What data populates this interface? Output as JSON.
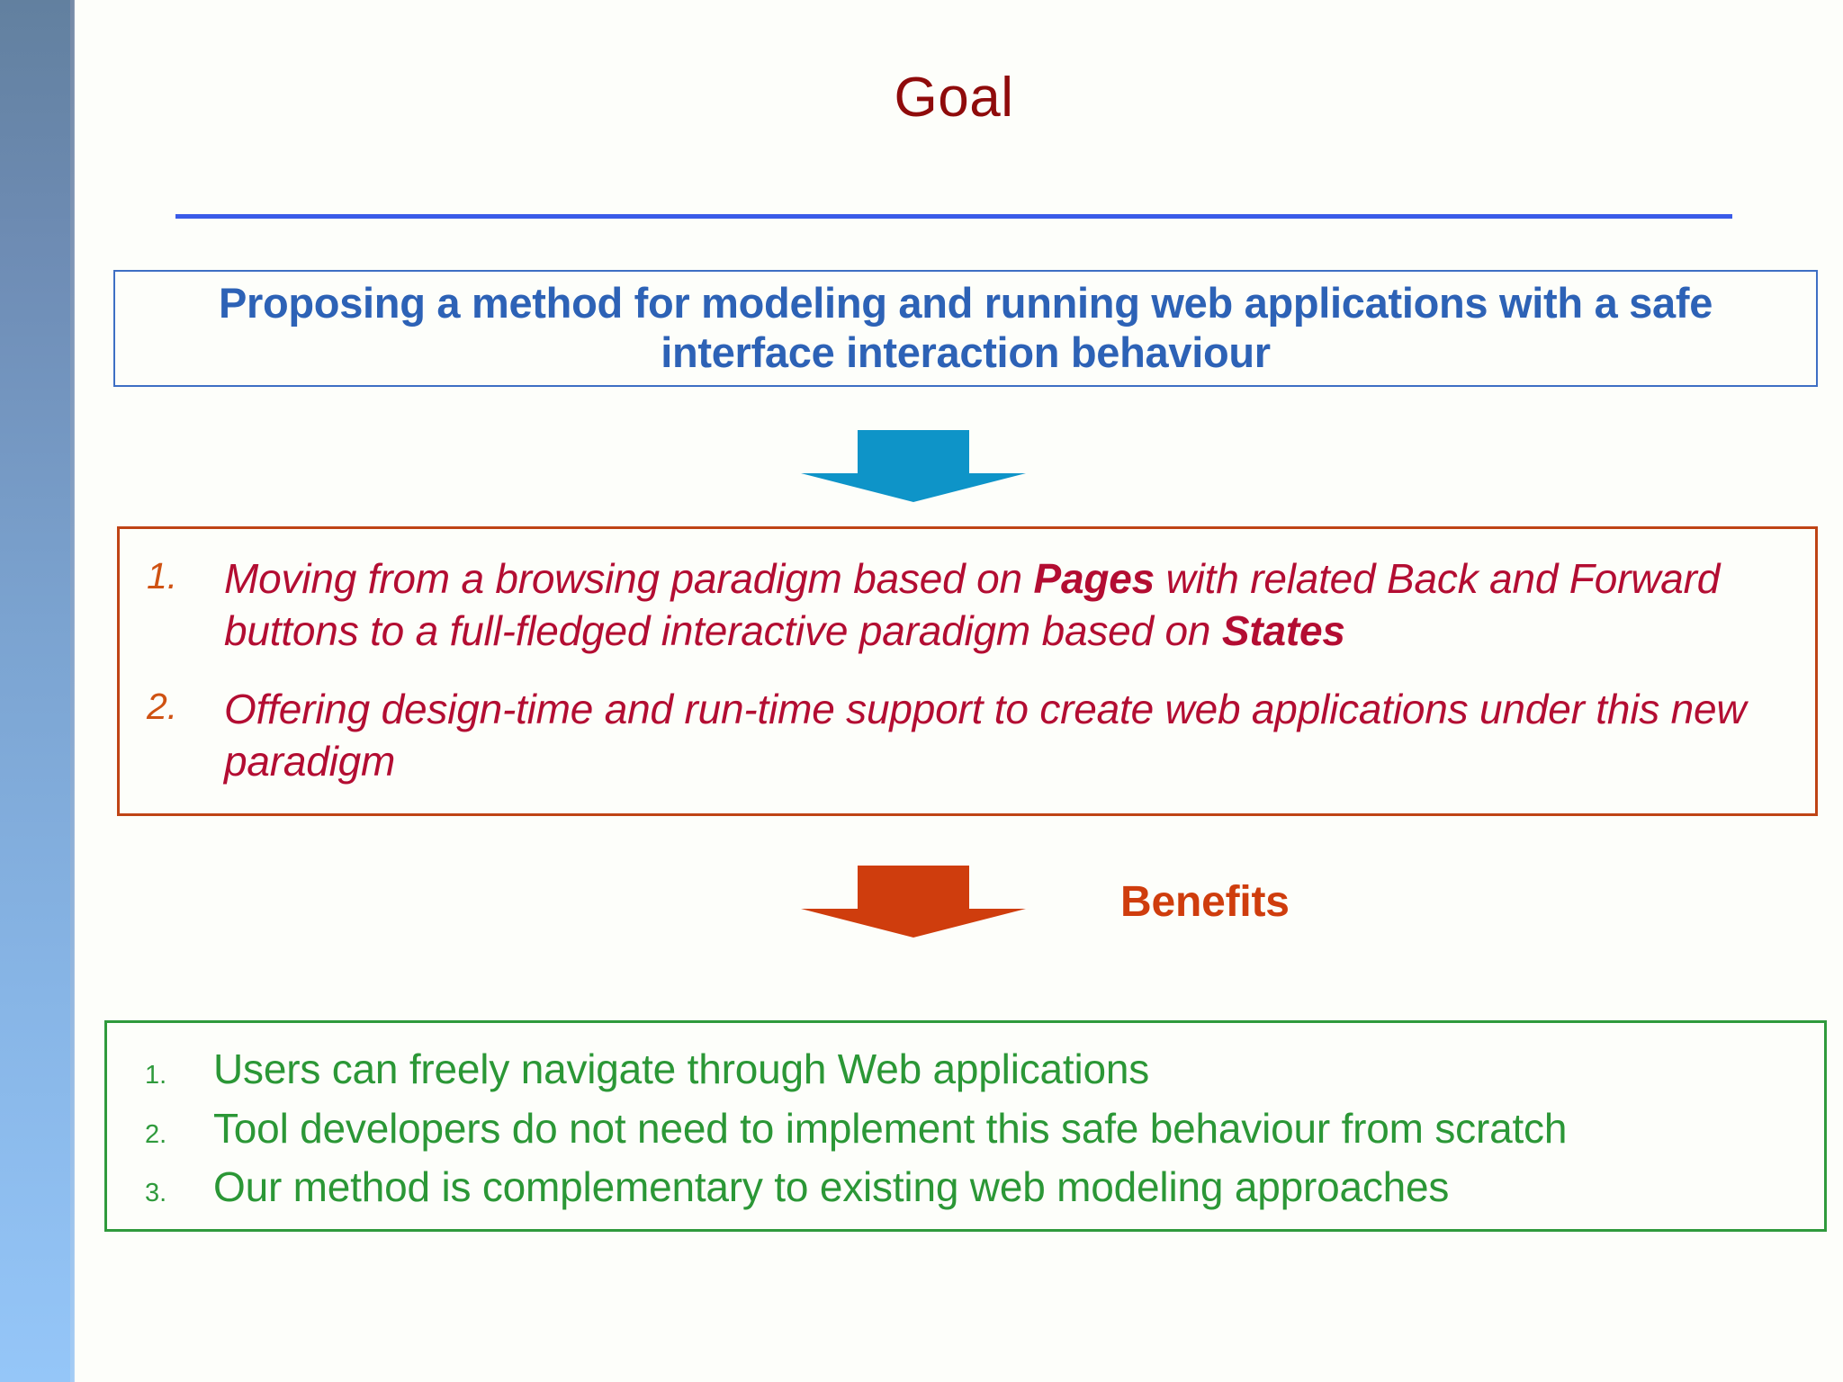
{
  "slide": {
    "title": "Goal",
    "accent_colors": {
      "title_red": "#8f0b0b",
      "rule_blue": "#3a5be8",
      "statement_blue": "#2d62b6",
      "arrow_cyan": "#0e94c8",
      "arrow_red": "#cf3d0d",
      "list_crimson": "#b30d32",
      "list_number_orange": "#cf5212",
      "benefits_green": "#2b9736"
    }
  },
  "statement": {
    "line1": "Proposing a method for modeling and running web applications",
    "line2": "with a safe interface interaction behaviour"
  },
  "approach": {
    "items": [
      {
        "number": "1.",
        "parts": [
          {
            "text": "Moving from a browsing paradigm based on ",
            "bold": false
          },
          {
            "text": "Pages",
            "bold": true
          },
          {
            "text": " with related Back and Forward buttons to a full-fledged interactive paradigm based on ",
            "bold": false
          },
          {
            "text": "States",
            "bold": true
          }
        ]
      },
      {
        "number": "2.",
        "parts": [
          {
            "text": "Offering design-time and run-time support to create web applications under this new paradigm",
            "bold": false
          }
        ]
      }
    ]
  },
  "benefits": {
    "label": "Benefits",
    "items": [
      {
        "number": "1.",
        "text": "Users can freely navigate through Web applications"
      },
      {
        "number": "2.",
        "text": "Tool developers do not need to implement this safe behaviour from scratch"
      },
      {
        "number": "3.",
        "text": "Our method is complementary to existing web modeling approaches"
      }
    ]
  },
  "icons": {
    "down_arrow_top": "down-arrow-icon",
    "down_arrow_bottom": "down-arrow-icon"
  }
}
